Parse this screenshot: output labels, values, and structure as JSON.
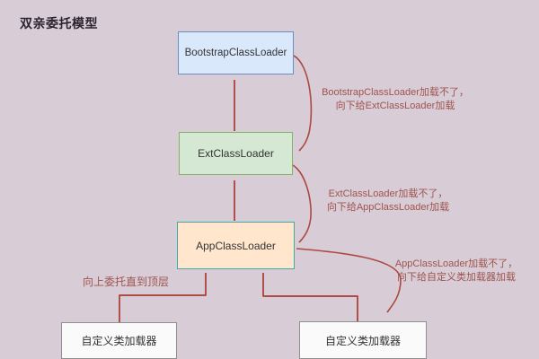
{
  "title": "双亲委托模型",
  "nodes": {
    "bootstrap": {
      "label": "BootstrapClassLoader"
    },
    "ext": {
      "label": "ExtClassLoader"
    },
    "app": {
      "label": "AppClassLoader"
    },
    "custom_left": {
      "label": "自定义类加载器"
    },
    "custom_right": {
      "label": "自定义类加载器"
    }
  },
  "annotations": {
    "bootstrap_fail": {
      "line1": "BootstrapClassLoader加载不了，",
      "line2": "向下给ExtClassLoader加载"
    },
    "ext_fail": {
      "line1": "ExtClassLoader加载不了，",
      "line2": "向下给AppClassLoader加载"
    },
    "app_fail": {
      "line1": "AppClassLoader加载不了，",
      "line2": "向下给自定义类加载器加载"
    },
    "delegate_up": "向上委托直到顶层"
  },
  "colors": {
    "background": "#d8cdd6",
    "arrow_red": "#a93a33",
    "annotation_red": "#9e534e",
    "bootstrap_fill": "#dae8fc",
    "bootstrap_border": "#6c8ebf",
    "ext_fill": "#d5e8d4",
    "ext_border": "#82b366",
    "app_fill": "#ffe6cc",
    "app_border": "#3fa9a4",
    "custom_fill": "#fbfafb",
    "custom_border": "#8f8f8f"
  }
}
